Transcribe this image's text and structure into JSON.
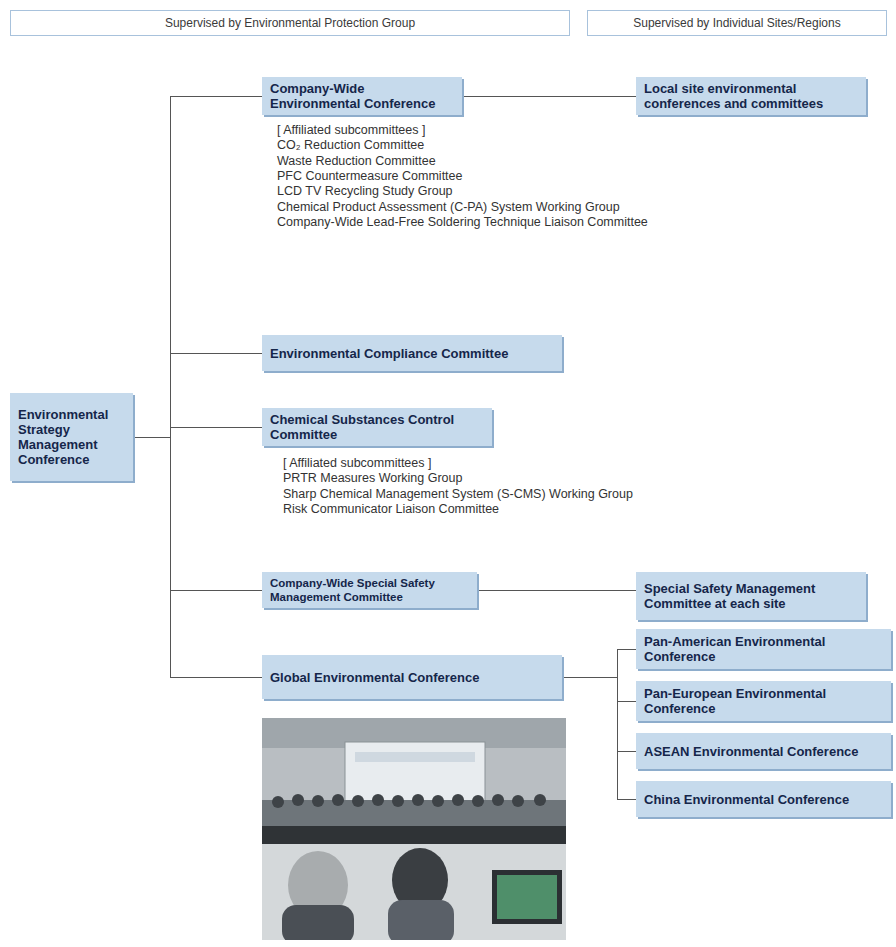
{
  "diagram": {
    "nodes": [
      {
        "text": [
          "Supervised by Environmental Protection Group"
        ]
      },
      {
        "text": [
          "Supervised by Individual Sites/Regions"
        ]
      },
      {
        "text": [
          "Environmental Strategy Management Conference"
        ]
      },
      {
        "text": [
          "Company-Wide Environmental Conference"
        ]
      },
      {
        "text": [
          "Local site environmental conferences and committees"
        ]
      },
      {
        "text": [
          "Environmental Compliance Committee"
        ]
      },
      {
        "text": [
          "Chemical Substances Control Committee"
        ]
      },
      {
        "text": [
          "Company-Wide Special Safety Management Committee"
        ]
      },
      {
        "text": [
          "Special Safety Management Committee at each site"
        ]
      },
      {
        "text": [
          "Global Environmental Conference"
        ]
      },
      {
        "text": [
          "Pan-American Environmental Conference"
        ]
      },
      {
        "text": [
          "Pan-European Environmental Conference"
        ]
      },
      {
        "text": [
          "ASEAN Environmental Conference"
        ]
      },
      {
        "text": [
          "China Environmental Conference"
        ]
      }
    ],
    "edges": [
      {
        "from": 2,
        "to": 3,
        "arrow": "none"
      },
      {
        "from": 2,
        "to": 5,
        "arrow": "none"
      },
      {
        "from": 2,
        "to": 6,
        "arrow": "none"
      },
      {
        "from": 2,
        "to": 7,
        "arrow": "none"
      },
      {
        "from": 2,
        "to": 9,
        "arrow": "none"
      },
      {
        "from": 3,
        "to": 4,
        "arrow": "none"
      },
      {
        "from": 7,
        "to": 8,
        "arrow": "none"
      },
      {
        "from": 9,
        "to": 10,
        "arrow": "none"
      },
      {
        "from": 9,
        "to": 11,
        "arrow": "none"
      },
      {
        "from": 9,
        "to": 12,
        "arrow": "none"
      },
      {
        "from": 9,
        "to": 13,
        "arrow": "none"
      }
    ],
    "labels": [
      "[ Affiliated subcommittees ]",
      "CO₂ Reduction Committee",
      "Waste Reduction Committee",
      "PFC Countermeasure Committee",
      "LCD TV Recycling Study Group",
      "Chemical Product Assessment (C-PA) System Working Group",
      "Company-Wide Lead-Free Soldering Technique Liaison Committee",
      "[ Affiliated subcommittees ]",
      "PRTR Measures Working Group",
      "Sharp Chemical Management System (S-CMS) Working Group",
      "Risk Communicator Liaison Committee"
    ]
  }
}
